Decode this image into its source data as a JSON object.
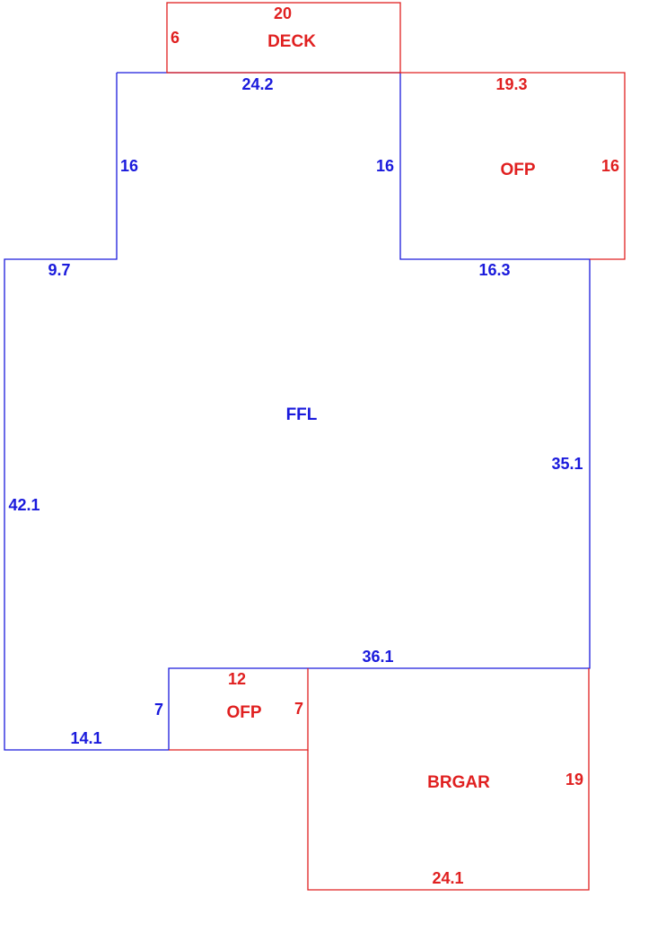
{
  "colors": {
    "main": "#1a1adc",
    "addition": "#e02020"
  },
  "deck": {
    "label": "DECK",
    "top": "20",
    "side": "6"
  },
  "ffl": {
    "label": "FFL",
    "top": "24.2",
    "left_upper": "16",
    "right_upper": "16",
    "step_left": "9.7",
    "step_right": "16.3",
    "left": "42.1",
    "right": "35.1",
    "bottom_mid": "36.1",
    "bottom_left": "14.1",
    "notch": "7"
  },
  "ofp_upper": {
    "label": "OFP",
    "top": "19.3",
    "right": "16"
  },
  "ofp_lower": {
    "label": "OFP",
    "top": "12",
    "right": "7"
  },
  "garage": {
    "label": "BRGAR",
    "right": "19",
    "bottom": "24.1"
  }
}
